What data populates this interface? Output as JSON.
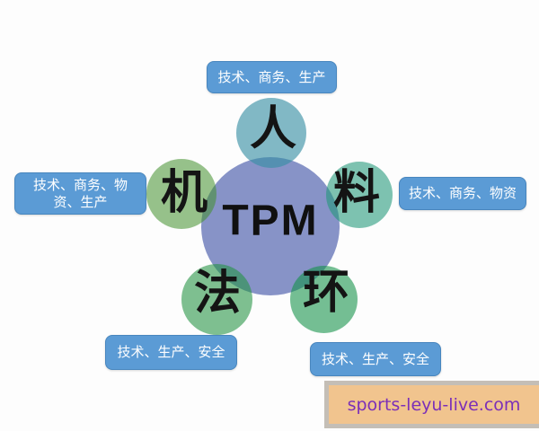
{
  "diagram": {
    "title": "TPM 5M diagram",
    "center": {
      "label": "TPM",
      "color": "#8793C7"
    },
    "nodes": [
      {
        "name": "man",
        "char": "人",
        "circle_color": "#86BBC8",
        "label": "技术、商务、生产"
      },
      {
        "name": "machine",
        "char": "机",
        "circle_color": "#8DBC80",
        "label": "技术、商务、物资、生产"
      },
      {
        "name": "material",
        "char": "料",
        "circle_color": "#79C1AE",
        "label": "技术、商务、物资"
      },
      {
        "name": "method",
        "char": "法",
        "circle_color": "#7BBE8D",
        "label": "技术、生产、安全"
      },
      {
        "name": "environment",
        "char": "环",
        "circle_color": "#70BD90",
        "label": "技术、生产、安全"
      }
    ],
    "label_box": {
      "bg": "#5B9BD5",
      "text_color": "#FFFFFF"
    }
  },
  "watermark": {
    "text": "sports-leyu-live.com",
    "bg": "#F1C48E",
    "frame": "#C4BEB6",
    "text_color": "#7B2FB8"
  }
}
